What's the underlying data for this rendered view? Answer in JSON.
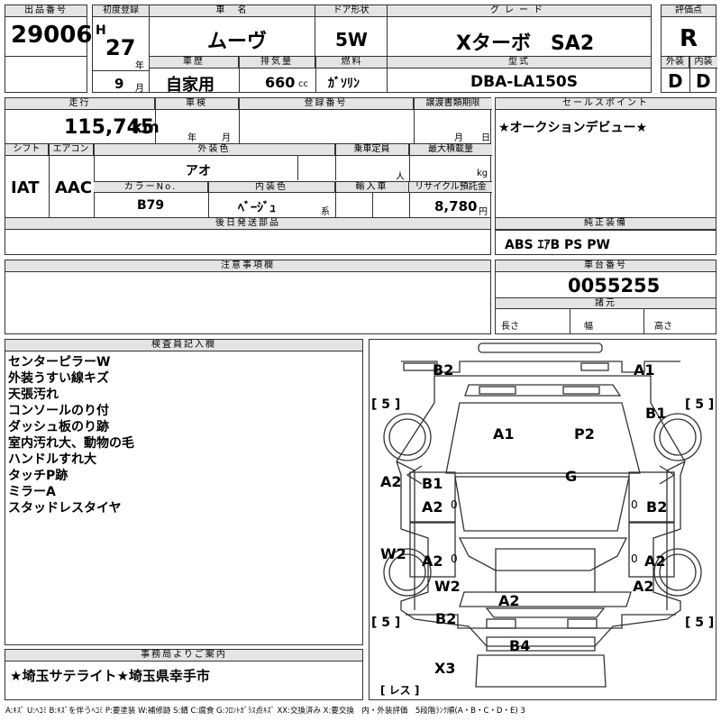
{
  "headers": {
    "lot_no": "出品番号",
    "first_reg": "初度登録",
    "car_name": "車　名",
    "door": "ドア形状",
    "grade": "グレード",
    "score": "評価点",
    "history": "車歴",
    "displacement": "排気量",
    "fuel": "燃料",
    "model_code": "型式",
    "exterior": "外装",
    "interior": "内装",
    "mileage": "走行",
    "inspection": "車検",
    "reg_no": "登録番号",
    "transfer": "譲渡書類期限",
    "sales_point": "セールスポイント",
    "shift": "シフト",
    "aircon": "エアコン",
    "ext_color": "外装色",
    "capacity": "乗車定員",
    "max_load": "最大積載量",
    "color_no": "カラーNo.",
    "int_color": "内装色",
    "import": "輸入車",
    "recycle": "リサイクル預託金",
    "later_parts": "後日発送部品",
    "genuine_equip": "純正装備",
    "notes": "注意事項欄",
    "chassis_no": "車台番号",
    "specs": "諸元",
    "inspector": "検査員記入欄",
    "office": "事務局よりご案内"
  },
  "values": {
    "lot_no": "29006",
    "era": "H",
    "year": "27",
    "year_unit": "年",
    "month": "9",
    "month_unit": "月",
    "car_name": "ムーヴ",
    "door": "5W",
    "grade": "Xターボ　SA2",
    "score": "R",
    "history": "自家用",
    "displacement": "660",
    "cc": "cc",
    "fuel": "ｶﾞｿﾘﾝ",
    "model_code": "DBA-LA150S",
    "exterior": "D",
    "interior": "D",
    "mileage": "115,745",
    "km": "km",
    "insp_year": "年",
    "insp_month": "月",
    "transfer_month": "月",
    "transfer_day": "日",
    "sales_point": "★オークションデビュー★",
    "shift": "IAT",
    "aircon": "AAC",
    "ext_color": "アオ",
    "person_unit": "人",
    "kg": "kg",
    "color_no": "B79",
    "int_color": "ﾍﾞｰｼﾞｭ",
    "kei": "系",
    "recycle": "8,780",
    "yen": "円",
    "genuine_equip": "ABS ｴｱB PS PW",
    "chassis_no": "0055255",
    "length": "長さ",
    "width": "幅",
    "height": "高さ",
    "office_note": "★埼玉サテライト★埼玉県幸手市"
  },
  "inspector_notes": [
    "センターピラーW",
    "外装うすい線キズ",
    "天張汚れ",
    "コンソールのり付",
    "ダッシュ板のり跡",
    "室内汚れ大、動物の毛",
    "ハンドルすれ大",
    "タッチP跡",
    "ミラーA",
    "スタッドレスタイヤ"
  ],
  "diagram": {
    "B2_top": "B2",
    "A1_top": "A1",
    "five_left_top": "[ 5 ]",
    "five_right_top": "[ 5 ]",
    "B1_right": "B1",
    "A1_hood": "A1",
    "P2_hood": "P2",
    "G_glass": "G",
    "A2_left": "A2",
    "B1_ldoor": "B1",
    "A2_ldoor": "A2",
    "zero1": "0",
    "B2_rdoor": "B2",
    "zero2": "0",
    "W2_left": "W2",
    "A2_lrear": "A2",
    "zero3": "0",
    "A2_rrear": "A2",
    "zero4": "0",
    "W2_lqtr": "W2",
    "A2_rqtr": "A2",
    "A2_roof": "A2",
    "B2_lback": "B2",
    "five_left_bot": "[ 5 ]",
    "five_right_bot": "[ 5 ]",
    "B4_bumper": "B4",
    "X3": "X3",
    "lesu": "[ レス ]"
  },
  "legend": "A:ｷｽﾞ U:ﾍｺﾐ B:ｷｽﾞを伴うﾍｺﾐ P:要塗装 W:補修跡 S:錆 C:腐食 G:ﾌﾛﾝﾄｶﾞﾗｽ点ｷｽﾞ XX:交換済み X:要交換　内・外装評価　5段階ﾗﾝｸ順(A・B・C・D・E) 3"
}
